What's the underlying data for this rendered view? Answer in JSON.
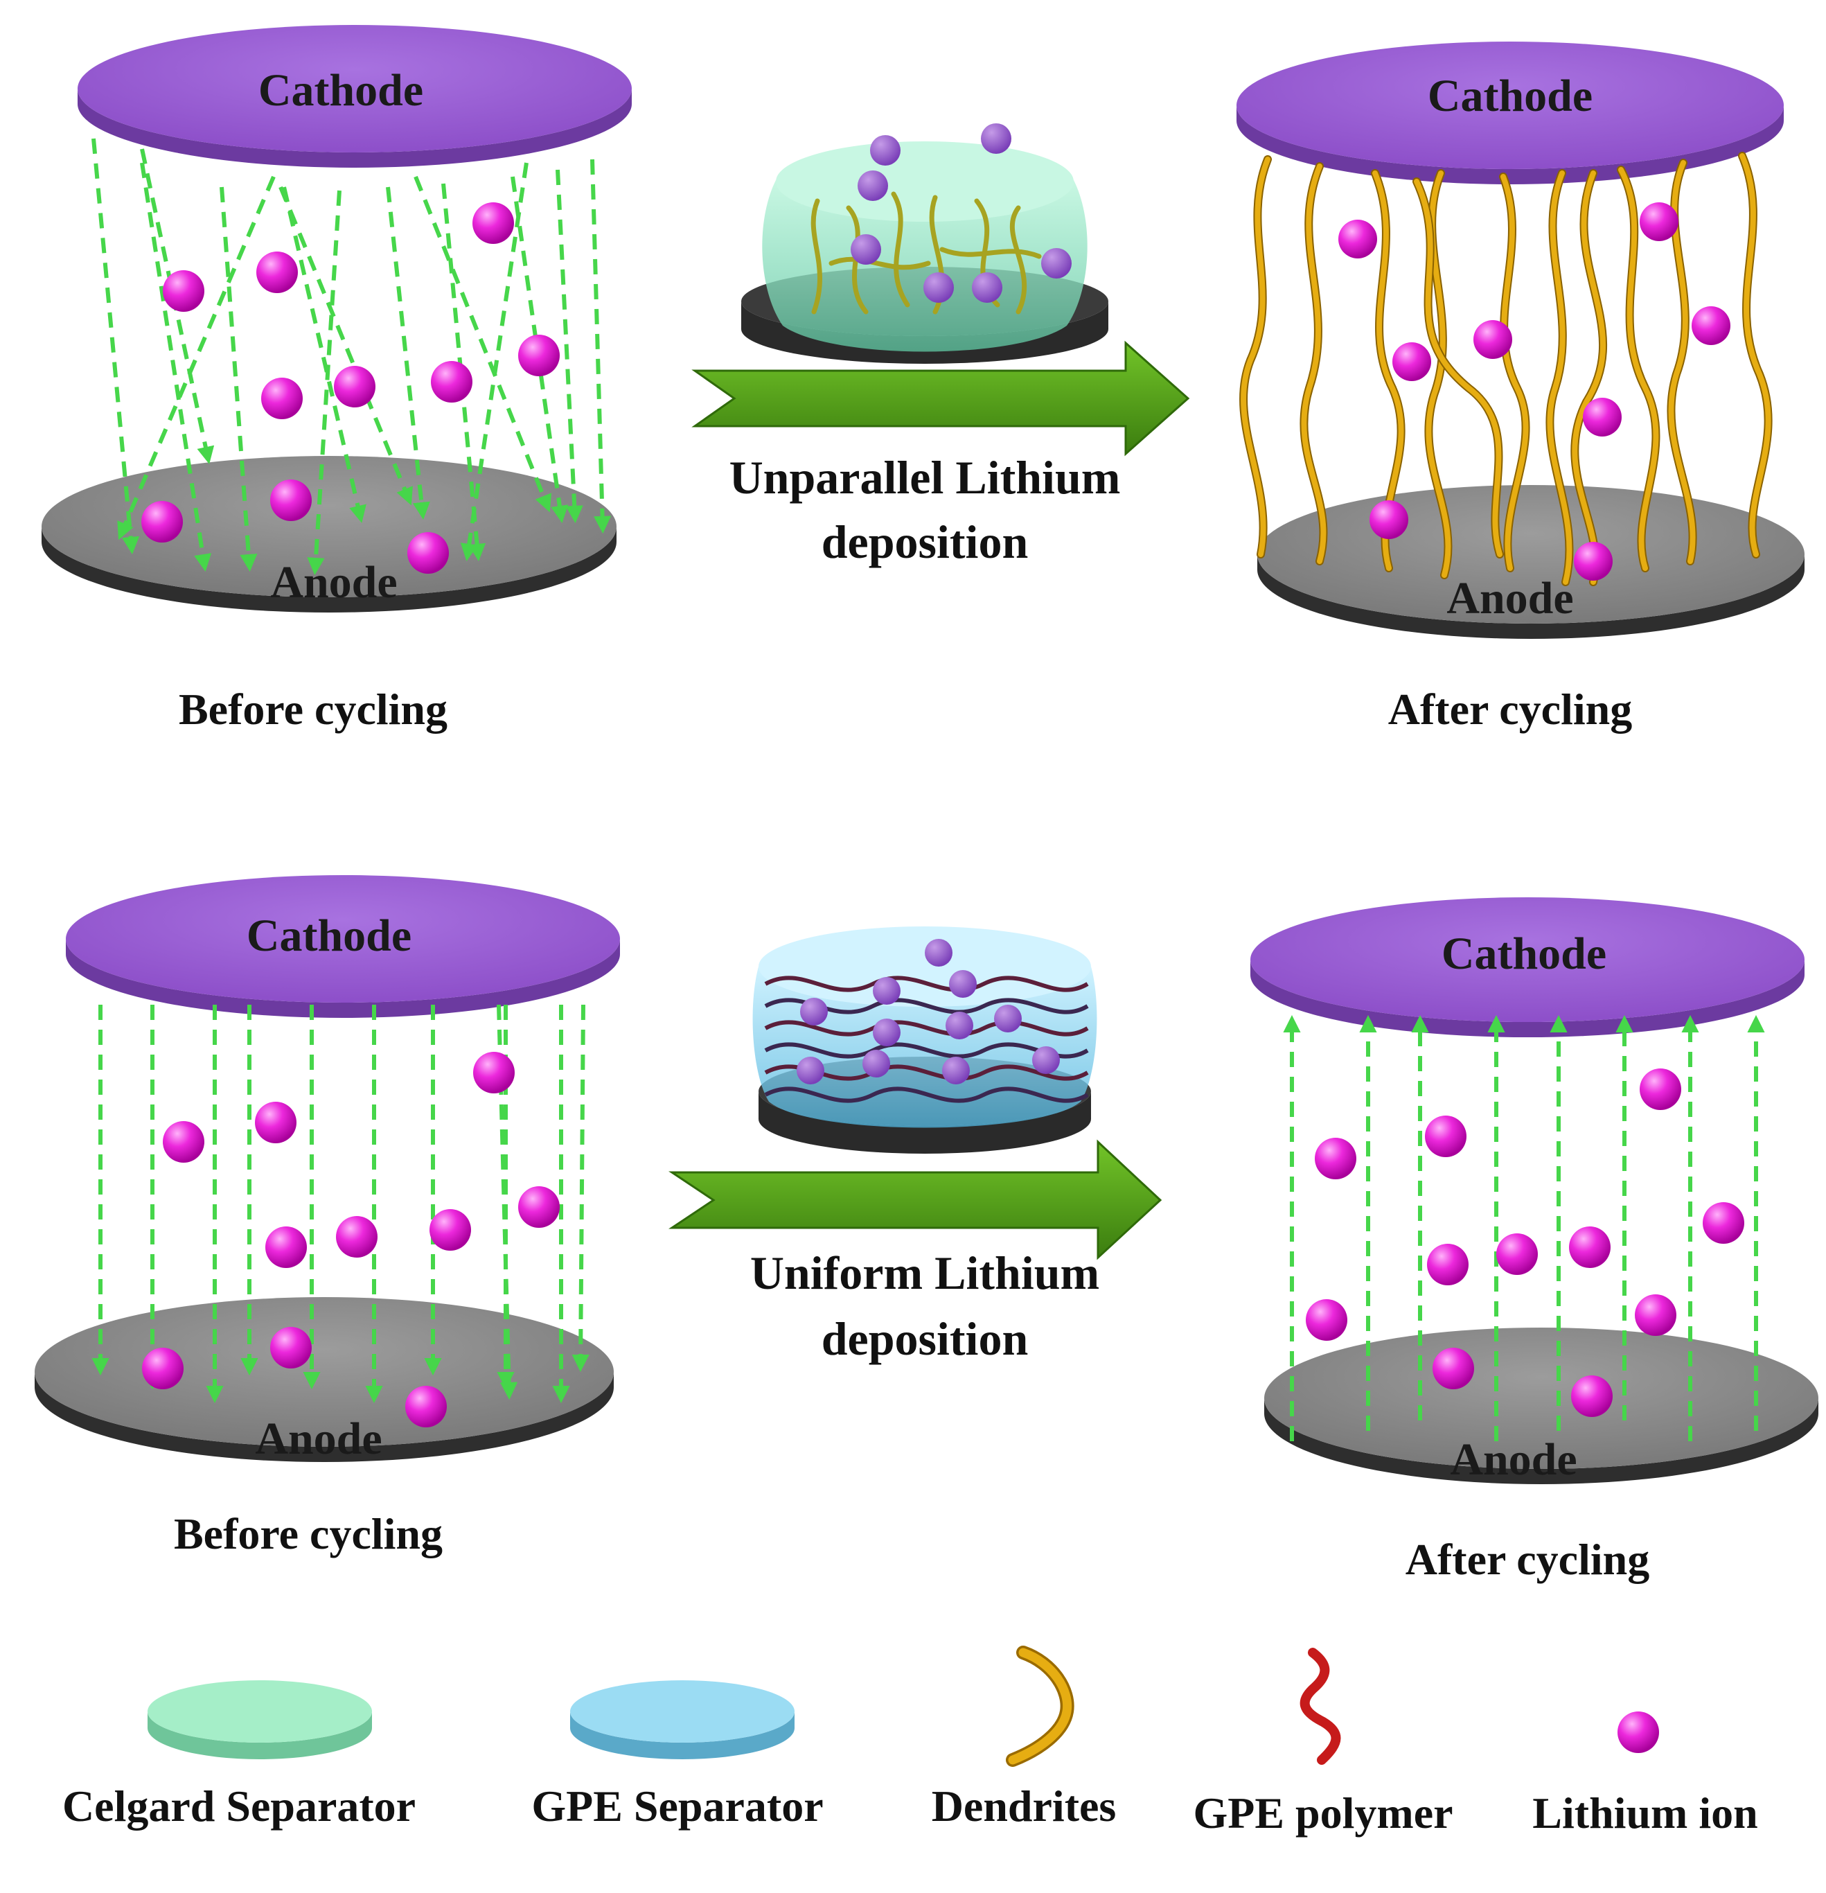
{
  "colors": {
    "cathode": "#9b5fd0",
    "cathode_dark": "#6c3aa0",
    "anode": "#8c8c8c",
    "anode_dark": "#2e2e2e",
    "ion": "#e81ad8",
    "path": "#46d64a",
    "dendrite": "#e6ad12",
    "polymer": "#c61b1b",
    "celgard": "#a5eec8",
    "gpe": "#9bdcf3",
    "big_arrow": "#4f9a16"
  },
  "top_row": {
    "left": {
      "cathode_label": "Cathode",
      "anode_label": "Anode",
      "caption": "Before cycling",
      "path_style": "crossing-dashed-arrows-down"
    },
    "separator": {
      "type": "Celgard Separator",
      "arrow_label_line1": "Unparallel Lithium",
      "arrow_label_line2": "deposition"
    },
    "right": {
      "cathode_label": "Cathode",
      "anode_label": "Anode",
      "caption": "After cycling",
      "feature": "dendrites"
    }
  },
  "bottom_row": {
    "left": {
      "cathode_label": "Cathode",
      "anode_label": "Anode",
      "caption": "Before cycling",
      "path_style": "parallel-dashed-arrows-down"
    },
    "separator": {
      "type": "GPE Separator",
      "arrow_label_line1": "Uniform Lithium",
      "arrow_label_line2": "deposition"
    },
    "right": {
      "cathode_label": "Cathode",
      "anode_label": "Anode",
      "caption": "After cycling",
      "path_style": "parallel-dashed-arrows-up"
    }
  },
  "legend": {
    "items": [
      {
        "label": "Celgard Separator",
        "icon": "celgard-disc-icon"
      },
      {
        "label": "GPE Separator",
        "icon": "gpe-disc-icon"
      },
      {
        "label": "Dendrites",
        "icon": "dendrite-icon"
      },
      {
        "label": "GPE polymer",
        "icon": "polymer-icon"
      },
      {
        "label": "Lithium ion",
        "icon": "lithium-ion-icon"
      }
    ]
  }
}
